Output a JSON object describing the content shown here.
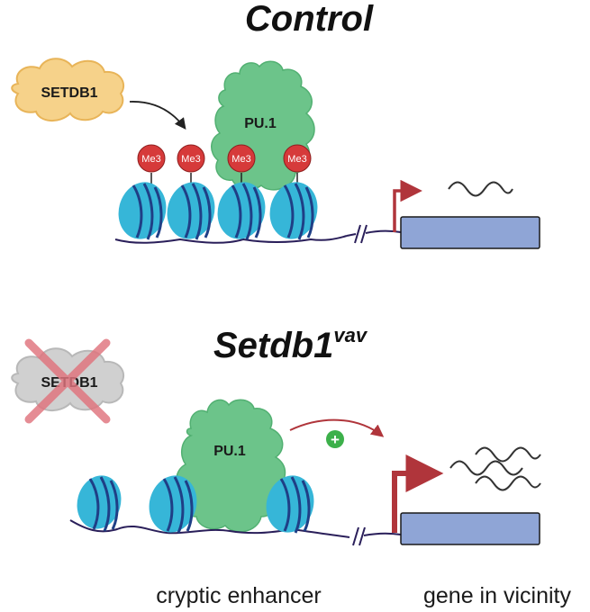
{
  "control": {
    "title": "Control",
    "setdb1_label": "SETDB1",
    "pu1_label": "PU.1",
    "mark_label": "Me3"
  },
  "mutant": {
    "title_main": "Setdb1",
    "title_sup": "vav",
    "setdb1_label": "SETDB1",
    "pu1_label": "PU.1",
    "plus_symbol": "+"
  },
  "captions": {
    "enhancer": "cryptic enhancer",
    "gene": "gene in vicinity"
  },
  "colors": {
    "setdb1_fill": "#f6d28a",
    "setdb1_stroke": "#e8b458",
    "setdb1_deleted_fill": "#d0d0d0",
    "cross": "#e0737d",
    "pu1_fill": "#6cc48a",
    "pu1_dark": "#52b072",
    "nucleosome": "#36b6d8",
    "nucleosome_band": "#1f3f86",
    "dna": "#2a1f5a",
    "me3": "#d63a3a",
    "gene_box": "#8fa5d6",
    "promoter_arrow": "#b0353b",
    "plus_circle": "#3cb04a"
  }
}
